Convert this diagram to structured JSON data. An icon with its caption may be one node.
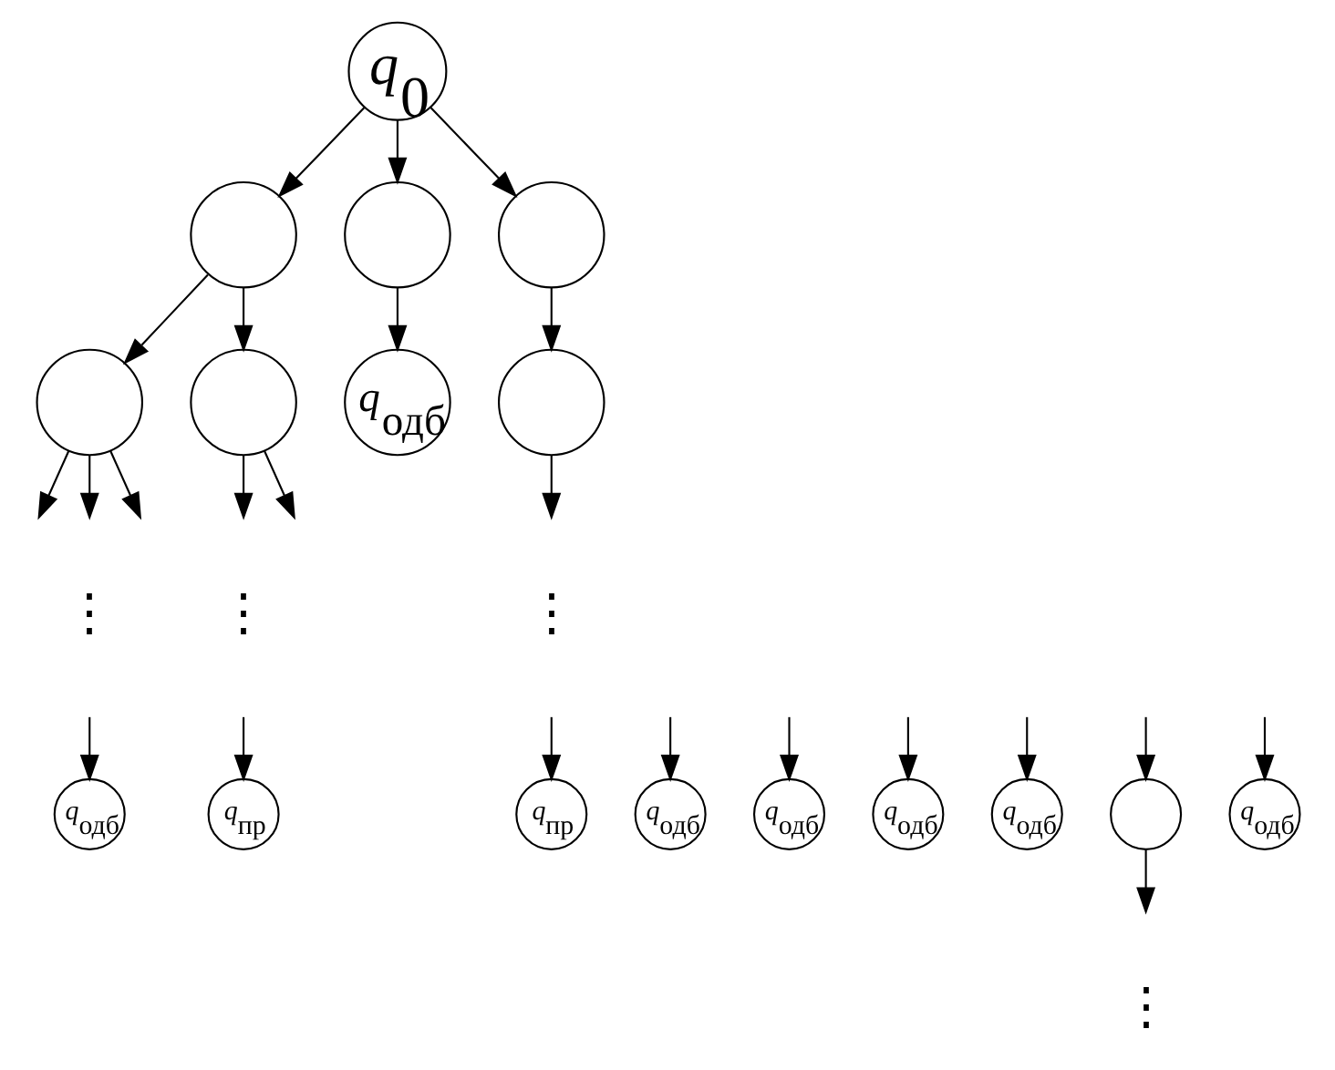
{
  "diagram": {
    "nodes": [
      {
        "text": [
          "q$_{0}$"
        ]
      },
      {
        "text": [],
        "shape": "circle"
      },
      {
        "text": [],
        "shape": "circle"
      },
      {
        "text": [],
        "shape": "circle"
      },
      {
        "text": [],
        "shape": "circle"
      },
      {
        "text": [],
        "shape": "circle"
      },
      {
        "text": [
          "q$_{одб}$"
        ]
      },
      {
        "text": [],
        "shape": "circle"
      },
      {
        "text": [
          "q$_{одб}$"
        ]
      },
      {
        "text": [
          "q$_{одб}$"
        ]
      },
      {
        "text": [
          "q$_{одб}$"
        ]
      },
      {
        "text": [
          "q$_{пр}$"
        ]
      },
      {
        "text": [
          "q$_{одб}$"
        ]
      },
      {
        "text": [
          "q$_{одб}$"
        ]
      },
      {
        "text": [
          "q$_{пр}$"
        ]
      },
      {
        "text": [],
        "shape": "circle"
      },
      {
        "text": [
          "q$_{одб}$"
        ]
      }
    ],
    "edges": [
      {
        "from": 0,
        "to": 1,
        "arrow": "to"
      },
      {
        "from": 0,
        "to": 2,
        "arrow": "to"
      },
      {
        "from": 0,
        "to": 3,
        "arrow": "to"
      },
      {
        "from": 1,
        "to": 4,
        "arrow": "to"
      },
      {
        "from": 1,
        "to": 5,
        "arrow": "to"
      },
      {
        "from": 2,
        "to": 6,
        "arrow": "to"
      },
      {
        "from": 3,
        "to": 7,
        "arrow": "to"
      },
      {
        "from": 4,
        "to": null,
        "arrow": "to"
      },
      {
        "from": 4,
        "to": null,
        "arrow": "to"
      },
      {
        "from": 4,
        "to": null,
        "arrow": "to"
      },
      {
        "from": 5,
        "to": null,
        "arrow": "to"
      },
      {
        "from": 5,
        "to": null,
        "arrow": "to"
      },
      {
        "from": 7,
        "to": null,
        "arrow": "to"
      },
      {
        "from": null,
        "to": 8,
        "arrow": "to"
      },
      {
        "from": null,
        "to": 9,
        "arrow": "to"
      },
      {
        "from": null,
        "to": 10,
        "arrow": "to"
      },
      {
        "from": null,
        "to": 11,
        "arrow": "to"
      },
      {
        "from": null,
        "to": 12,
        "arrow": "to"
      },
      {
        "from": null,
        "to": 13,
        "arrow": "to"
      },
      {
        "from": null,
        "to": 14,
        "arrow": "to"
      },
      {
        "from": null,
        "to": 15,
        "arrow": "to"
      },
      {
        "from": null,
        "to": 16,
        "arrow": "to"
      },
      {
        "from": 15,
        "to": null,
        "arrow": "to"
      }
    ],
    "labels": [
      "⋮",
      "⋮",
      "⋮",
      "⋮"
    ]
  }
}
